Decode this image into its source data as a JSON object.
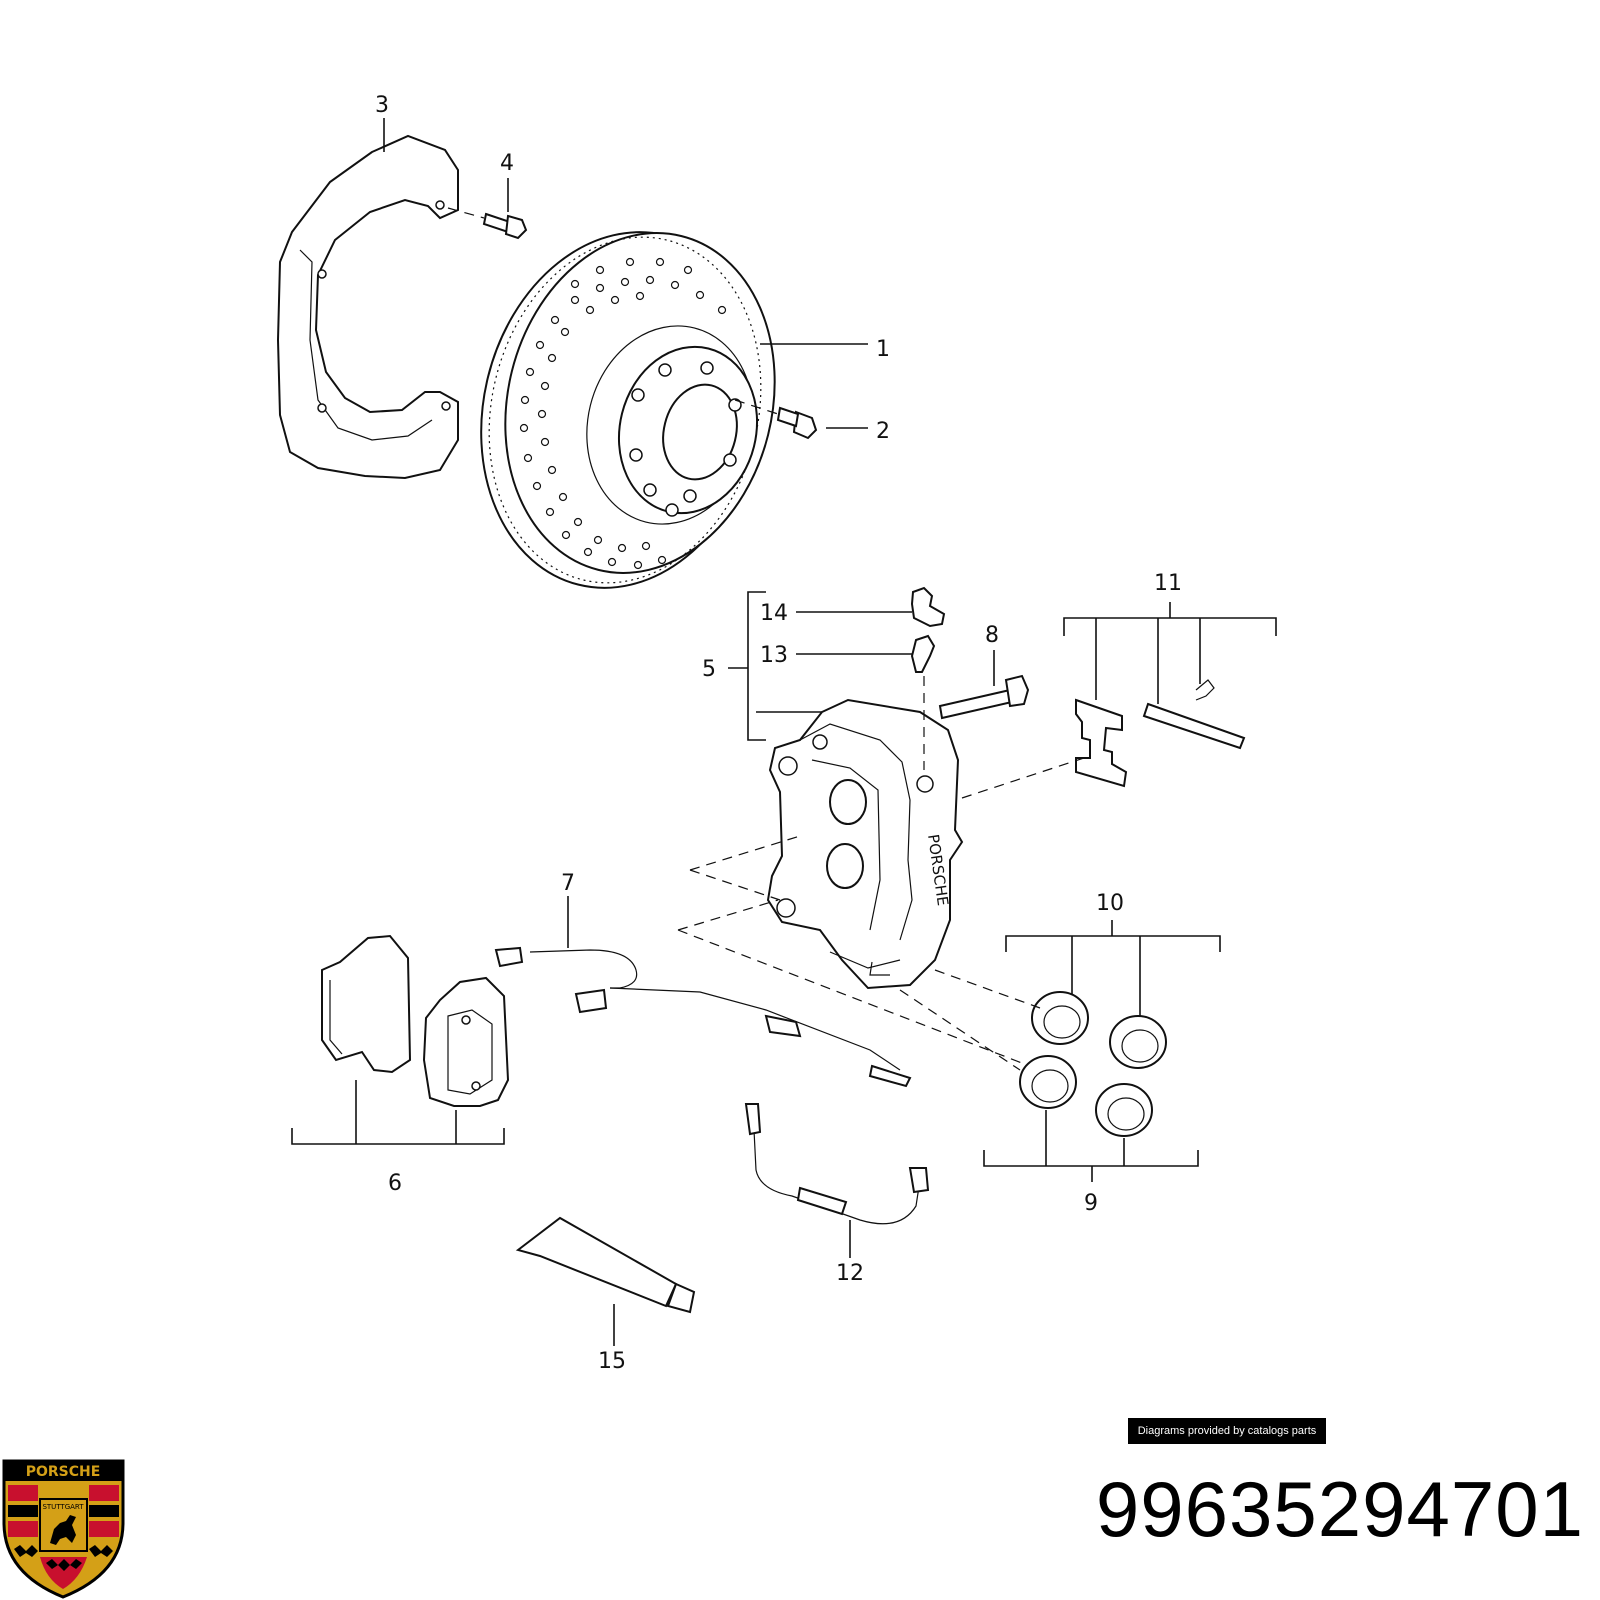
{
  "diagram": {
    "callouts": [
      {
        "id": "c1",
        "label": "1"
      },
      {
        "id": "c2",
        "label": "2"
      },
      {
        "id": "c3",
        "label": "3"
      },
      {
        "id": "c4",
        "label": "4"
      },
      {
        "id": "c5",
        "label": "5"
      },
      {
        "id": "c6",
        "label": "6"
      },
      {
        "id": "c7",
        "label": "7"
      },
      {
        "id": "c8",
        "label": "8"
      },
      {
        "id": "c9",
        "label": "9"
      },
      {
        "id": "c10",
        "label": "10"
      },
      {
        "id": "c11",
        "label": "11"
      },
      {
        "id": "c12",
        "label": "12"
      },
      {
        "id": "c13",
        "label": "13"
      },
      {
        "id": "c14",
        "label": "14"
      },
      {
        "id": "c15",
        "label": "15"
      }
    ],
    "caliper_marking": "PORSCHE"
  },
  "footer": {
    "credit": "Diagrams provided by catalogs parts",
    "part_number": "99635294701",
    "logo": {
      "icon": "porsche-crest-icon",
      "text_top": "PORSCHE",
      "text_center": "STUTTGART",
      "colors": {
        "gold": "#d4a017",
        "red": "#c8102e",
        "black": "#000000"
      }
    }
  }
}
